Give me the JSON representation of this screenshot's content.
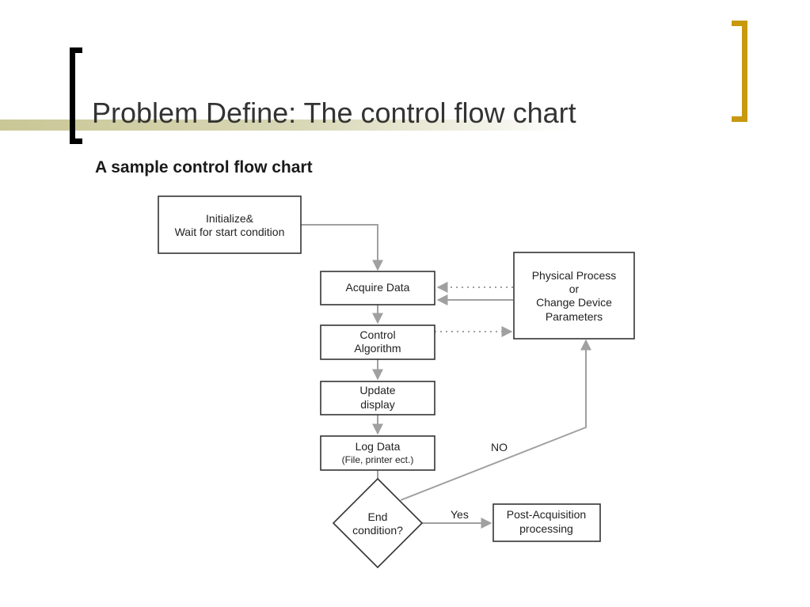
{
  "slide": {
    "title": "Problem Define: The control flow chart",
    "subtitle": "A sample control flow chart"
  },
  "flowchart": {
    "nodes": {
      "initialize": [
        "Initialize&",
        "Wait for start condition"
      ],
      "acquire": [
        "Acquire Data"
      ],
      "control": [
        "Control",
        "Algorithm"
      ],
      "update": [
        "Update",
        "display"
      ],
      "log": [
        "Log Data"
      ],
      "log_sub": "(File, printer ect.)",
      "physical": [
        "Physical Process",
        "or",
        "Change Device",
        "Parameters"
      ],
      "end": [
        "End",
        "condition?"
      ],
      "post": [
        "Post-Acquisition",
        "processing"
      ]
    },
    "edge_labels": {
      "no": "NO",
      "yes": "Yes"
    }
  },
  "colors": {
    "title_bar": "#c9c796",
    "left_bracket": "#000000",
    "right_bracket": "#c8980e",
    "arrow": "#a0a0a0",
    "box_border": "#333333"
  }
}
